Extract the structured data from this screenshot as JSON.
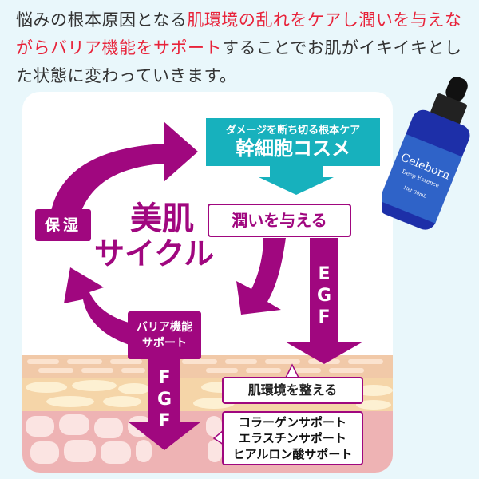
{
  "intro": {
    "part1": "悩みの根本原因となる",
    "part2_red": "肌環境の乱れをケアし潤いを与えながらバリア機能をサポート",
    "part3": "することでお肌がイキイキとした状態に変わっていきます。"
  },
  "teal_box": {
    "subtitle": "ダメージを断ち切る根本ケア",
    "title": "幹細胞コスメ"
  },
  "moisturize_box": "潤いを与える",
  "hoshitsu": "保湿",
  "cycle": {
    "line1": "美肌",
    "line2": "サイクル"
  },
  "egf": [
    "E",
    "G",
    "F"
  ],
  "barrier_box": {
    "line1": "バリア機能",
    "line2": "サポート"
  },
  "fgf": [
    "F",
    "G",
    "F"
  ],
  "skin_env_box": "肌環境を整える",
  "support_box": [
    "コラーゲンサポート",
    "エラスチンサポート",
    "ヒアルロン酸サポート"
  ],
  "product": {
    "brand": "Celeborn",
    "name": "Deep Essence",
    "volume": "Net 30mL"
  },
  "colors": {
    "purple": "#a0077f",
    "teal": "#17b1bd",
    "red": "#e8233a"
  }
}
